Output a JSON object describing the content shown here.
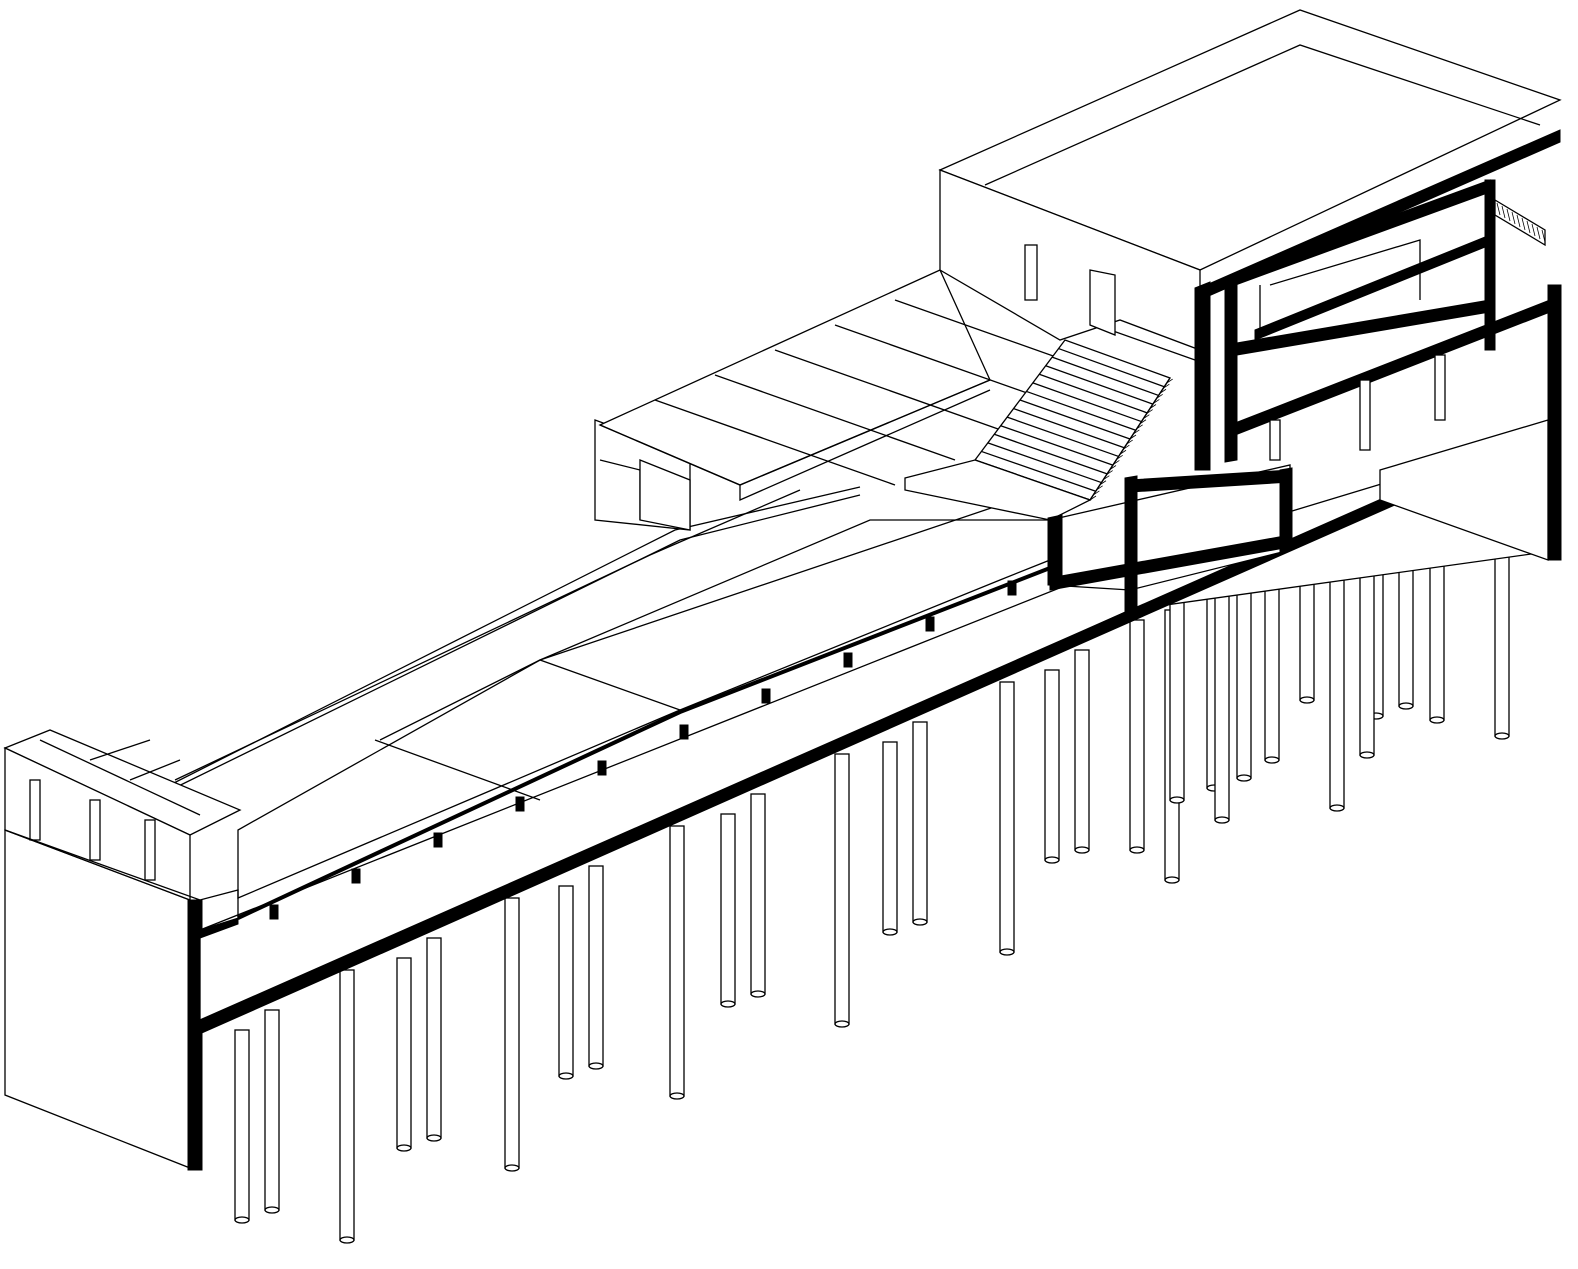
{
  "drawing": {
    "style": "isometric-section-line-drawing",
    "line_color": "#000000",
    "background_color": "#ffffff",
    "components": [
      "pile-column",
      "main-slab",
      "ramp-walkway",
      "end-wall",
      "front-pergola",
      "rear-pergola",
      "stair",
      "upper-building",
      "lower-box"
    ]
  }
}
